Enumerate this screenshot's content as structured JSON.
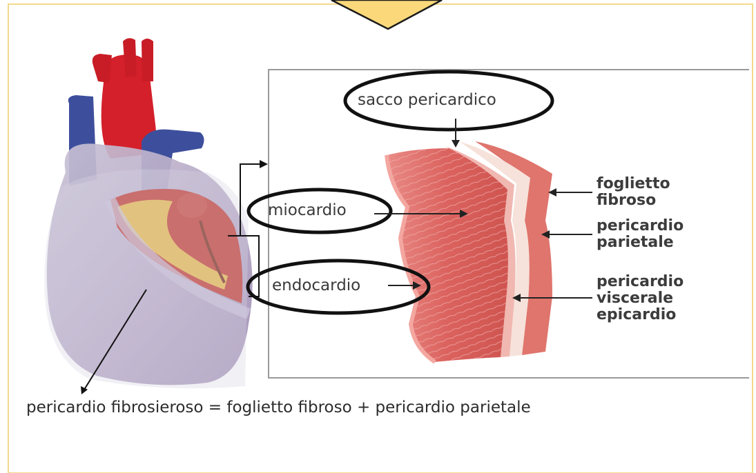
{
  "labels": {
    "sacco_pericardico": "sacco pericardico",
    "miocardio": "miocardio",
    "endocardio": "endocardio",
    "foglietto_fibroso": [
      "foglietto",
      "fibroso"
    ],
    "pericardio_parietale": [
      "pericardio",
      "parietale"
    ],
    "pericardio_viscerale": [
      "pericardio",
      "viscerale",
      "epicardio"
    ],
    "bottom_caption": "pericardio fibrosieroso = foglietto fibroso + pericardio parietale"
  },
  "colors": {
    "frame_border": "#f3d98a",
    "arrow_tab": "#fbd97a",
    "oval_stroke": "#111111",
    "myocardium": "#d9625f",
    "parietal_layer": "#f4ded6",
    "fibrous_layer": "#e07a72",
    "artery": "#d4202a",
    "vein": "#3d4f9c"
  }
}
